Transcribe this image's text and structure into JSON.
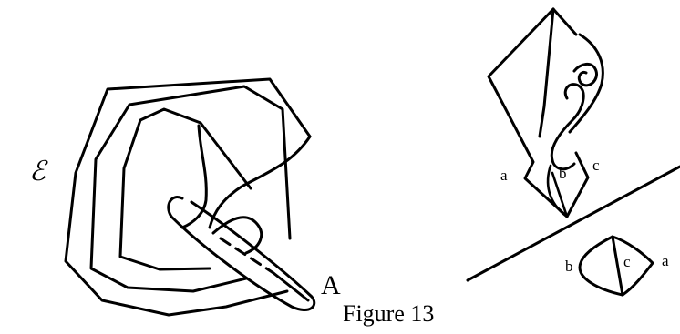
{
  "labels": {
    "script_e": "ℰ",
    "point_a_big": "A",
    "caption": "Figure 13",
    "upper_a": "a",
    "upper_b": "b",
    "upper_c": "c",
    "lower_b": "b",
    "lower_c": "c",
    "lower_a": "a"
  }
}
